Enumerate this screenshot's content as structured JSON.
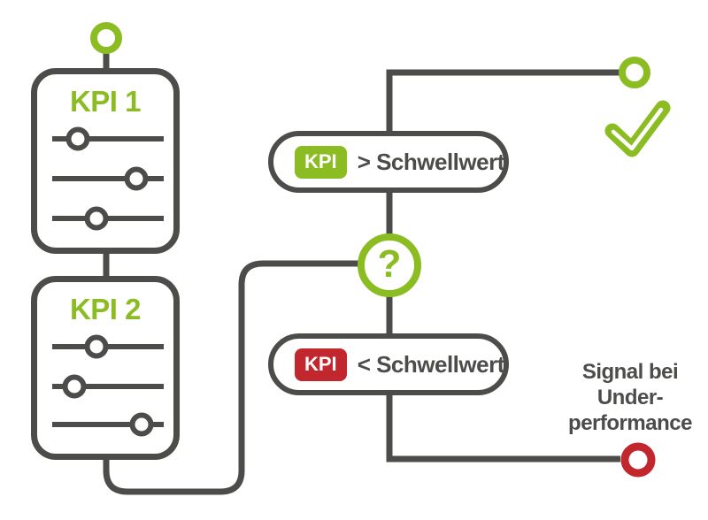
{
  "colors": {
    "green": "#8bbd23",
    "red": "#c1272d",
    "gray": "#4c4c4a",
    "white": "#ffffff"
  },
  "kpi_panels": {
    "panel1": {
      "title": "KPI 1"
    },
    "panel2": {
      "title": "KPI 2"
    }
  },
  "conditions": {
    "above": {
      "badge": "KPI",
      "text": "> Schwellwert"
    },
    "below": {
      "badge": "KPI",
      "text": "< Schwellwert"
    }
  },
  "decision": {
    "symbol": "?"
  },
  "signal": {
    "line1": "Signal bei",
    "line2": "Under-",
    "line3": "performance"
  }
}
